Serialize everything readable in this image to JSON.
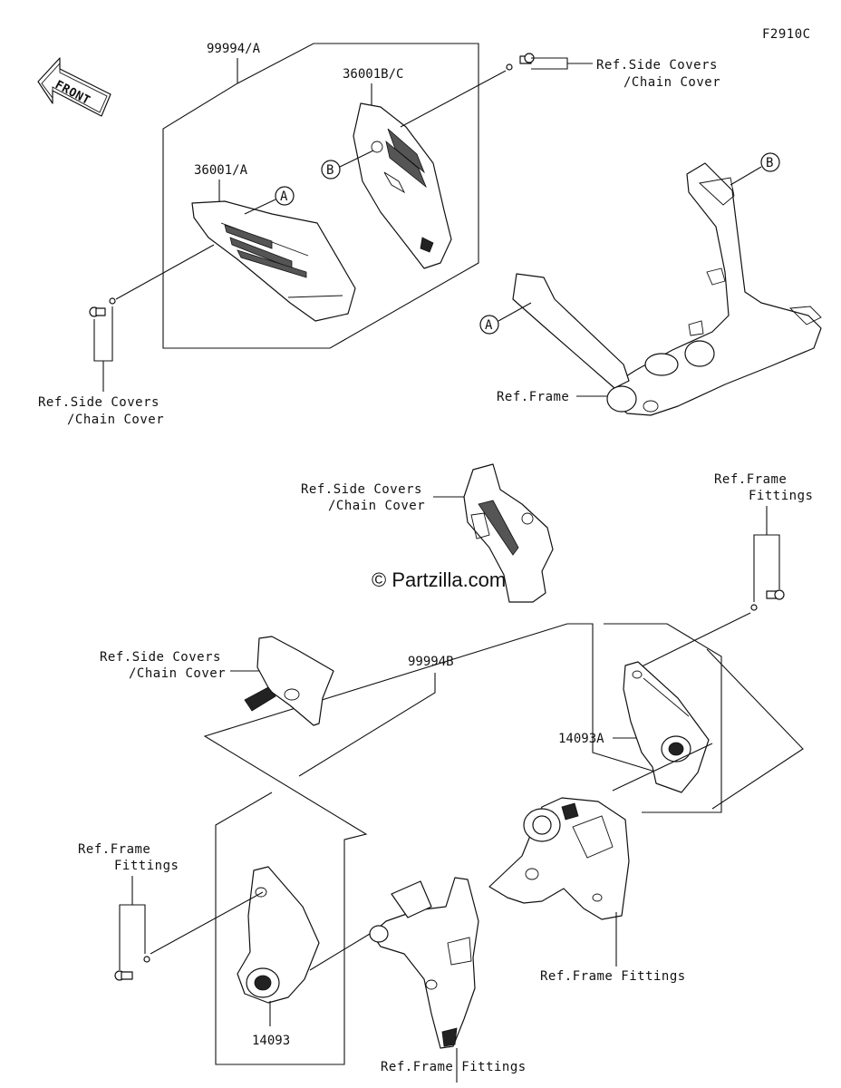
{
  "figure_code": "F2910C",
  "front_arrow_label": "FRONT",
  "watermark": "© Partzilla.com",
  "part_numbers": {
    "kit_a": "99994/A",
    "kit_b": "99994B",
    "cover_left": "36001/A",
    "cover_right": "36001B/C",
    "plate_right": "14093A",
    "plate_left": "14093"
  },
  "callouts": {
    "a": "A",
    "b": "B"
  },
  "references": {
    "side_covers_line1": "Ref.Side Covers",
    "side_covers_line2": "/Chain Cover",
    "frame": "Ref.Frame",
    "frame_fittings_line1": "Ref.Frame",
    "frame_fittings_line2": "Fittings",
    "frame_fittings": "Ref.Frame Fittings"
  }
}
